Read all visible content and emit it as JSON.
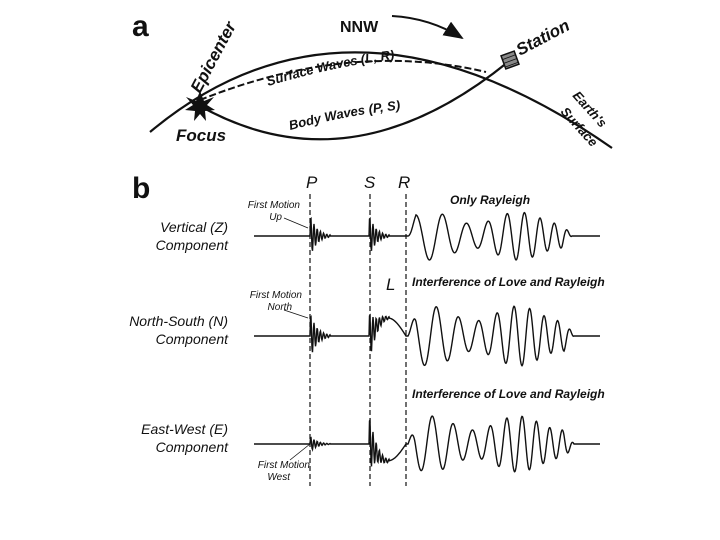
{
  "panel_a": {
    "letter": "a",
    "direction": "NNW",
    "epicenter": "Epicenter",
    "focus": "Focus",
    "station": "Station",
    "surface_waves": "Surface Waves (L, R)",
    "body_waves": "Body Waves (P, S)",
    "earth_surface_line1": "Earth's",
    "earth_surface_line2": "Surface"
  },
  "panel_b": {
    "letter": "b",
    "phase_p": "P",
    "phase_s": "S",
    "phase_r": "R",
    "phase_l": "L",
    "traces": [
      {
        "component_line1": "Vertical (Z)",
        "component_line2": "Component",
        "first_motion_line1": "First Motion",
        "first_motion_line2": "Up",
        "note": "Only Rayleigh"
      },
      {
        "component_line1": "North-South (N)",
        "component_line2": "Component",
        "first_motion_line1": "First Motion",
        "first_motion_line2": "North",
        "note": "Interference of Love and Rayleigh"
      },
      {
        "component_line1": "East-West (E)",
        "component_line2": "Component",
        "first_motion_line1": "First Motion",
        "first_motion_line2": "West",
        "note": "Interference of Love and Rayleigh"
      }
    ]
  }
}
